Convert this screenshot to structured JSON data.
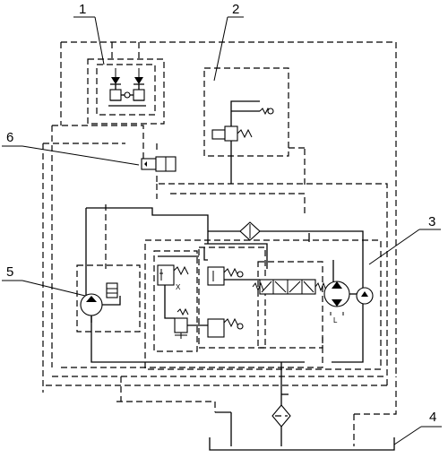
{
  "callouts": {
    "c1": "1",
    "c2": "2",
    "c3": "3",
    "c4": "4",
    "c5": "5",
    "c6": "6"
  },
  "marks": {
    "x_mark": "X",
    "l_mark": "L"
  }
}
